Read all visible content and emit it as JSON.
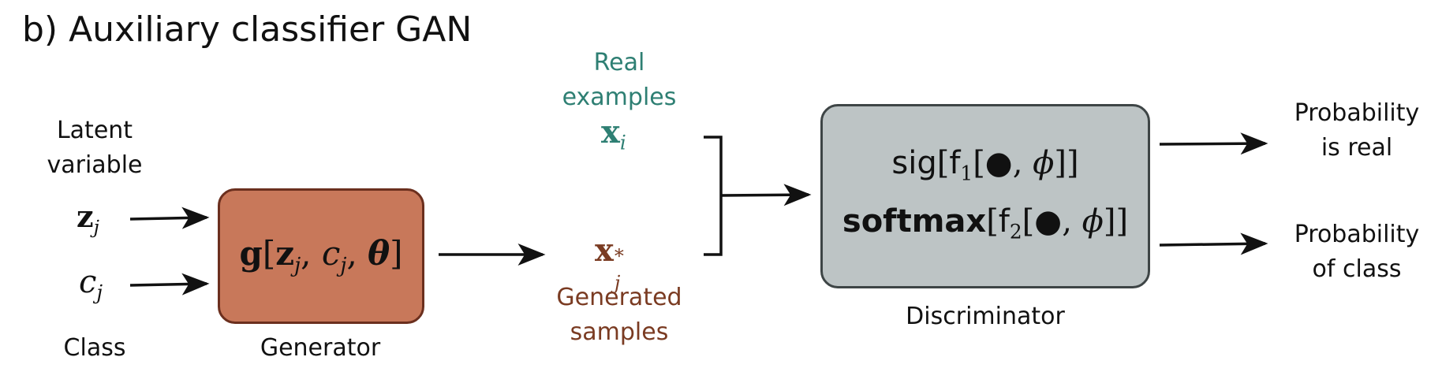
{
  "title": "b) Auxiliary classifier GAN",
  "colors": {
    "generator_fill": "#C8785A",
    "generator_border": "#6B2F1E",
    "discriminator_fill": "#BDC4C5",
    "discriminator_border": "#3E4546",
    "real_text": "#2E7F73",
    "generated_text": "#7A3B22",
    "arrow": "#111111"
  },
  "inputs": {
    "latent_label": [
      "Latent",
      "variable"
    ],
    "latent_symbol": {
      "base": "z",
      "sub": "j"
    },
    "class_symbol": {
      "base": "c",
      "sub": "j"
    },
    "class_label": "Class"
  },
  "generator": {
    "label": "Generator",
    "formula": {
      "fn": "g",
      "arg1": "z",
      "arg1_sub": "j",
      "arg2": "c",
      "arg2_sub": "j",
      "param": "θ"
    }
  },
  "real": {
    "label": [
      "Real",
      "examples"
    ],
    "symbol": {
      "base": "x",
      "sub": "i"
    }
  },
  "generated": {
    "symbol": {
      "base": "x",
      "sup": "*",
      "sub": "j"
    },
    "label": [
      "Generated",
      "samples"
    ]
  },
  "discriminator": {
    "label": "Discriminator",
    "line1": {
      "fn": "sig",
      "inner": "f",
      "inner_sub": "1",
      "bullet": "●",
      "param": "ϕ"
    },
    "line2": {
      "fn": "softmax",
      "inner": "f",
      "inner_sub": "2",
      "bullet": "●",
      "param": "ϕ"
    }
  },
  "outputs": {
    "real_prob": [
      "Probability",
      "is real"
    ],
    "class_prob": [
      "Probability",
      "of class"
    ]
  }
}
